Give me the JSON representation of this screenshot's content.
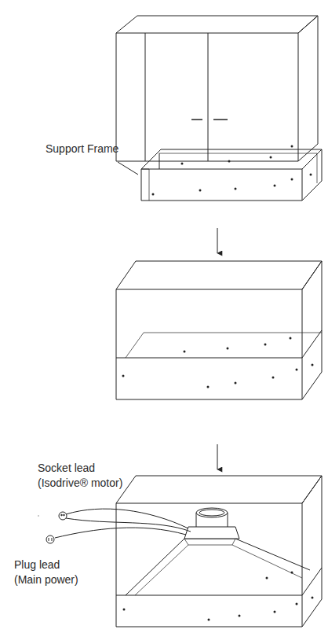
{
  "diagram": {
    "labels": [
      "Support Frame",
      "Socket lead (Isodrive® motor)",
      "Plug lead (Main power)"
    ]
  }
}
